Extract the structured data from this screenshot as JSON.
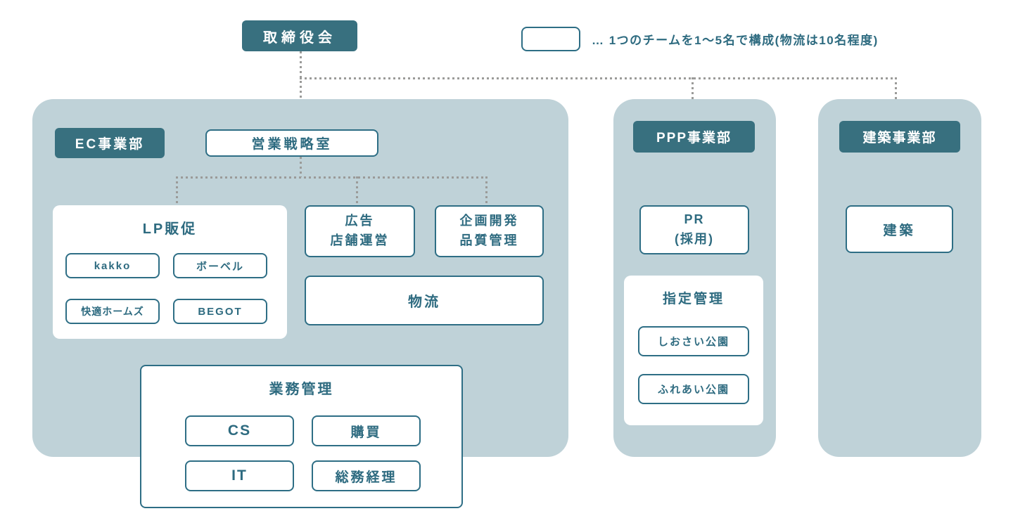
{
  "colors": {
    "dark_teal": "#38707F",
    "light_teal": "#BFD2D8",
    "border_teal": "#2E6E85",
    "text_teal": "#2E6B80",
    "dot_gray": "#9B9B99"
  },
  "board": {
    "label": "取締役会"
  },
  "legend": {
    "text": "… 1つのチームを1〜5名で構成(物流は10名程度)"
  },
  "divisions": {
    "ec": {
      "label": "EC事業部",
      "sales_strategy": {
        "label": "営業戦略室"
      },
      "lp_promotion": {
        "title": "LP販促",
        "teams": [
          "kakko",
          "ボーベル",
          "快適ホームズ",
          "BEGOT"
        ]
      },
      "advertising": {
        "lines": [
          "広告",
          "店舗運営"
        ]
      },
      "planning": {
        "lines": [
          "企画開発",
          "品質管理"
        ]
      },
      "logistics": {
        "label": "物流"
      },
      "operations": {
        "title": "業務管理",
        "teams": [
          "CS",
          "購買",
          "IT",
          "総務経理"
        ]
      }
    },
    "ppp": {
      "label": "PPP事業部",
      "pr": {
        "lines": [
          "PR",
          "(採用)"
        ]
      },
      "designated_management": {
        "title": "指定管理",
        "teams": [
          "しおさい公園",
          "ふれあい公園"
        ]
      }
    },
    "construction": {
      "label": "建築事業部",
      "team": {
        "label": "建築"
      }
    }
  }
}
